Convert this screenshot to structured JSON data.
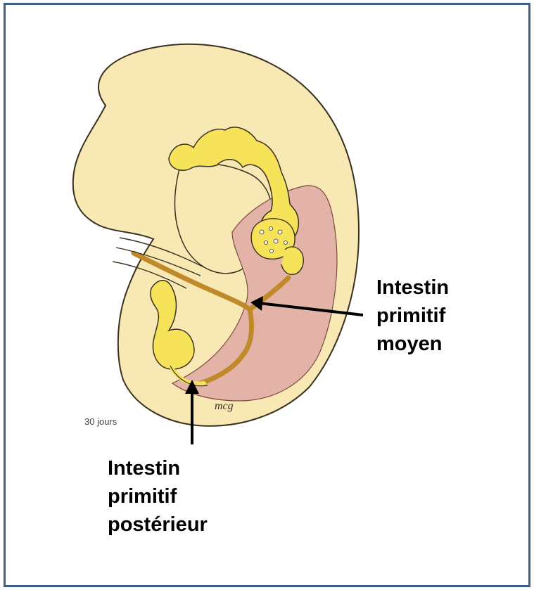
{
  "labels": {
    "intestin_moyen": {
      "lines": [
        "Intestin",
        "primitif",
        "moyen"
      ]
    },
    "intestin_posterieur": {
      "lines": [
        "Intestin",
        "primitif",
        "postérieur"
      ]
    }
  },
  "age_caption": "30 jours",
  "signature": "mcg",
  "colors": {
    "frame_border": "#3f5f86",
    "embryo_body": "#f8e9b4",
    "embryo_outline": "#3a3020",
    "gut_yellow": "#f7e35a",
    "cavity_pink": "#e2b3a6",
    "gut_tube": "#c08a2a",
    "arrow": "#000000"
  }
}
